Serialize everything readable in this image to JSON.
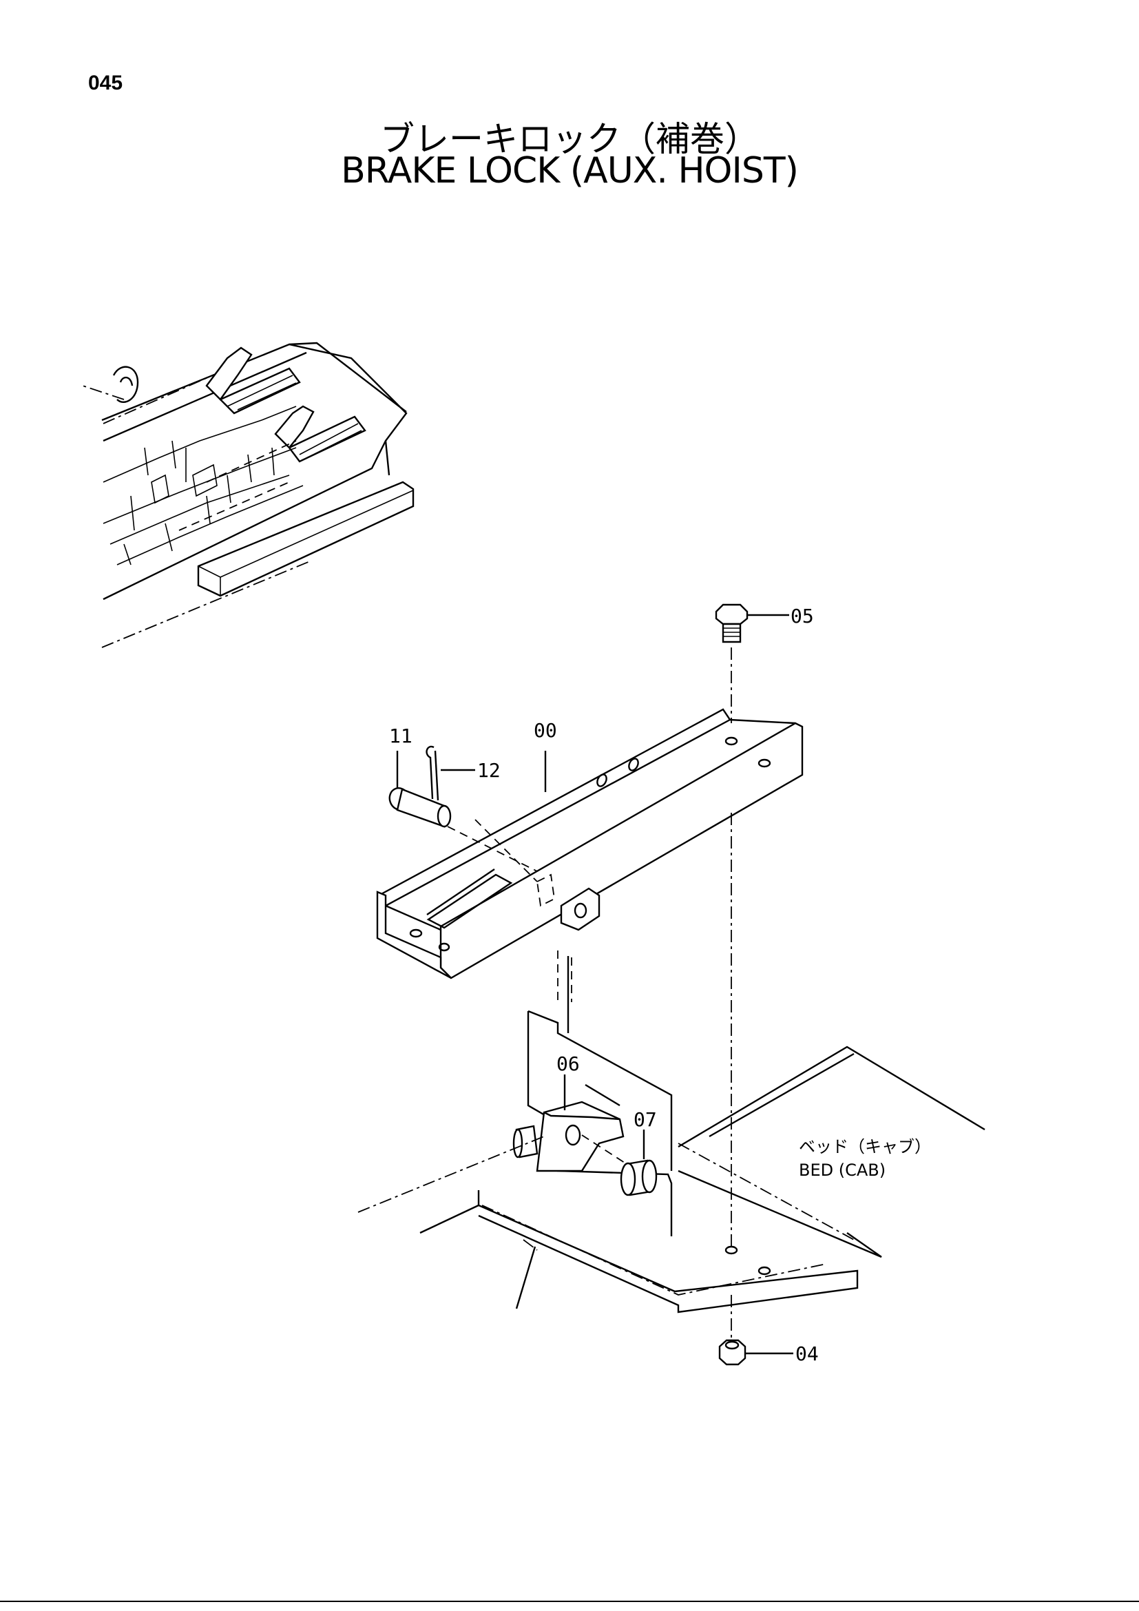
{
  "page_number": "045",
  "title_jp": "ブレーキロック（補巻）",
  "title_en": "BRAKE LOCK (AUX. HOIST)",
  "callouts": {
    "p05": "05",
    "p00": "00",
    "p11": "11",
    "p12": "12",
    "p06": "06",
    "p07": "07",
    "p04": "04"
  },
  "labels": {
    "bed_jp": "ベッド（キャブ）",
    "bed_en": "BED (CAB)"
  }
}
